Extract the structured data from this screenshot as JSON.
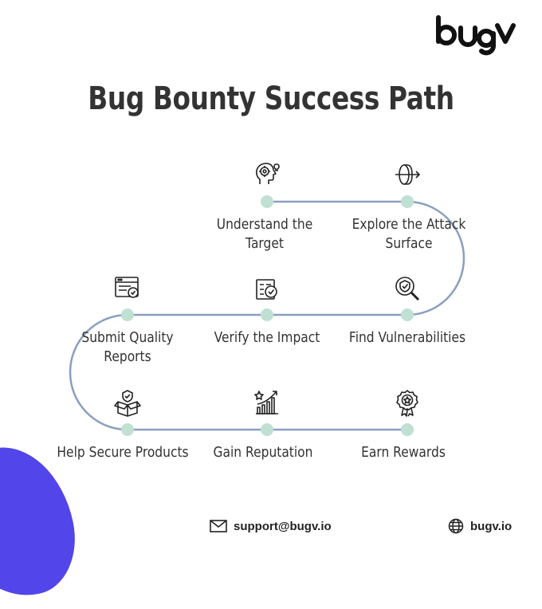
{
  "brand": {
    "logo_text": "bugv"
  },
  "title": "Bug Bounty Success Path",
  "steps": [
    {
      "label": "Understand the Target",
      "icon": "head-gear-bulb-icon"
    },
    {
      "label": "Explore the Attack Surface",
      "icon": "shield-arrow-icon"
    },
    {
      "label": "Find Vulnerabilities",
      "icon": "magnifier-bug-icon"
    },
    {
      "label": "Verify the Impact",
      "icon": "checklist-icon"
    },
    {
      "label": "Submit Quality Reports",
      "icon": "browser-report-icon"
    },
    {
      "label": "Help Secure Products",
      "icon": "secure-box-icon"
    },
    {
      "label": "Gain Reputation",
      "icon": "growth-chart-star-icon"
    },
    {
      "label": "Earn Rewards",
      "icon": "award-badge-icon"
    }
  ],
  "footer": {
    "email": "support@bugv.io",
    "website": "bugv.io"
  },
  "colors": {
    "path": "#8a9fc0",
    "node": "#bfe0d2",
    "accent": "#5245ea",
    "text": "#333333"
  }
}
